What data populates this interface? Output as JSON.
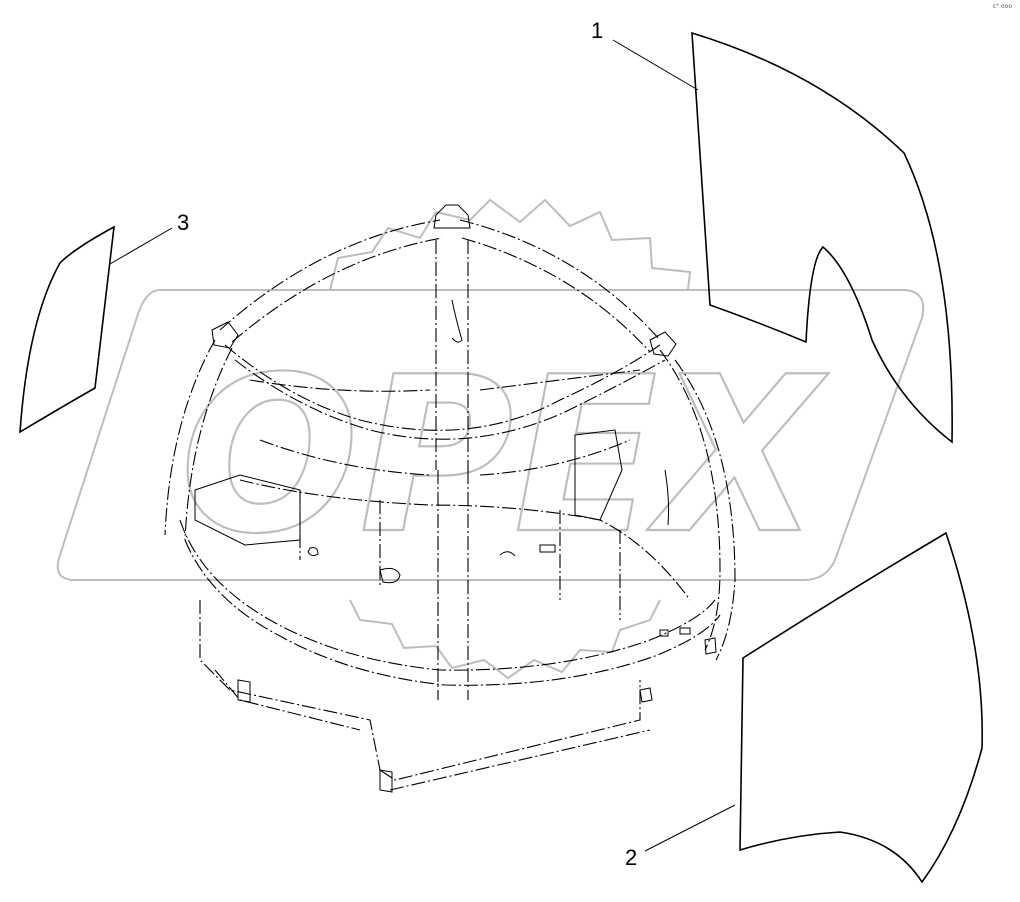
{
  "callouts": {
    "part1": "1",
    "part2": "2",
    "part3": "3"
  },
  "watermark": {
    "text": "OPEX"
  },
  "corner_mark": "c° ooo",
  "colors": {
    "line": "#000000",
    "watermark": "#bdbdbd"
  }
}
